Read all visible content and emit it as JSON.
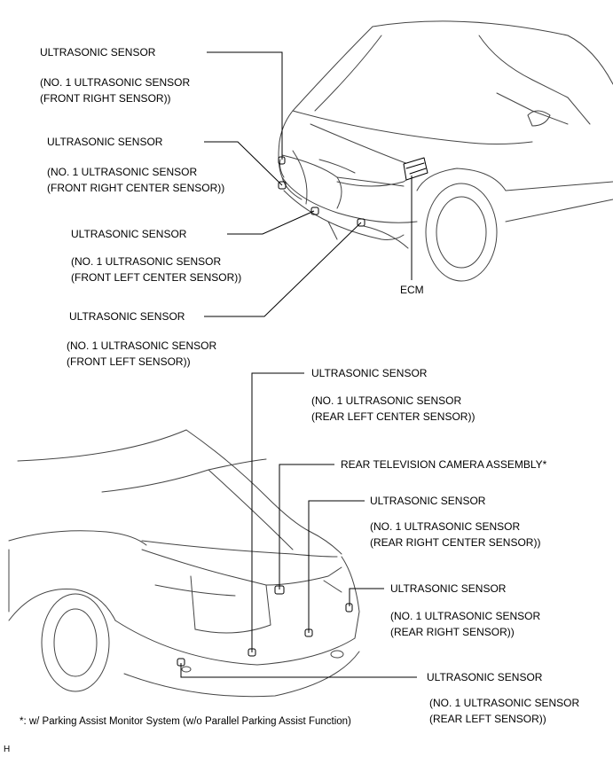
{
  "labels": {
    "front_right": {
      "title": "ULTRASONIC SENSOR",
      "detail": "(NO. 1 ULTRASONIC SENSOR\n(FRONT RIGHT SENSOR))"
    },
    "front_right_center": {
      "title": "ULTRASONIC SENSOR",
      "detail": "(NO. 1 ULTRASONIC SENSOR\n(FRONT RIGHT CENTER SENSOR))"
    },
    "front_left_center": {
      "title": "ULTRASONIC SENSOR",
      "detail": "(NO. 1 ULTRASONIC SENSOR\n(FRONT LEFT CENTER SENSOR))"
    },
    "front_left": {
      "title": "ULTRASONIC SENSOR",
      "detail": "(NO. 1 ULTRASONIC SENSOR\n(FRONT LEFT SENSOR))"
    },
    "ecm": {
      "title": "ECM"
    },
    "rear_left_center": {
      "title": "ULTRASONIC SENSOR",
      "detail": "(NO. 1 ULTRASONIC SENSOR\n(REAR LEFT CENTER SENSOR))"
    },
    "rear_camera": {
      "title": "REAR TELEVISION CAMERA ASSEMBLY*"
    },
    "rear_right_center": {
      "title": "ULTRASONIC SENSOR",
      "detail": "(NO. 1 ULTRASONIC SENSOR\n(REAR RIGHT CENTER SENSOR))"
    },
    "rear_right": {
      "title": "ULTRASONIC SENSOR",
      "detail": "(NO. 1 ULTRASONIC SENSOR\n(REAR RIGHT SENSOR))"
    },
    "rear_left": {
      "title": "ULTRASONIC SENSOR",
      "detail": "(NO. 1 ULTRASONIC SENSOR\n(REAR LEFT SENSOR))"
    }
  },
  "footnote": "*: w/ Parking Assist Monitor System (w/o Parallel Parking Assist Function)",
  "corner_mark": "H"
}
